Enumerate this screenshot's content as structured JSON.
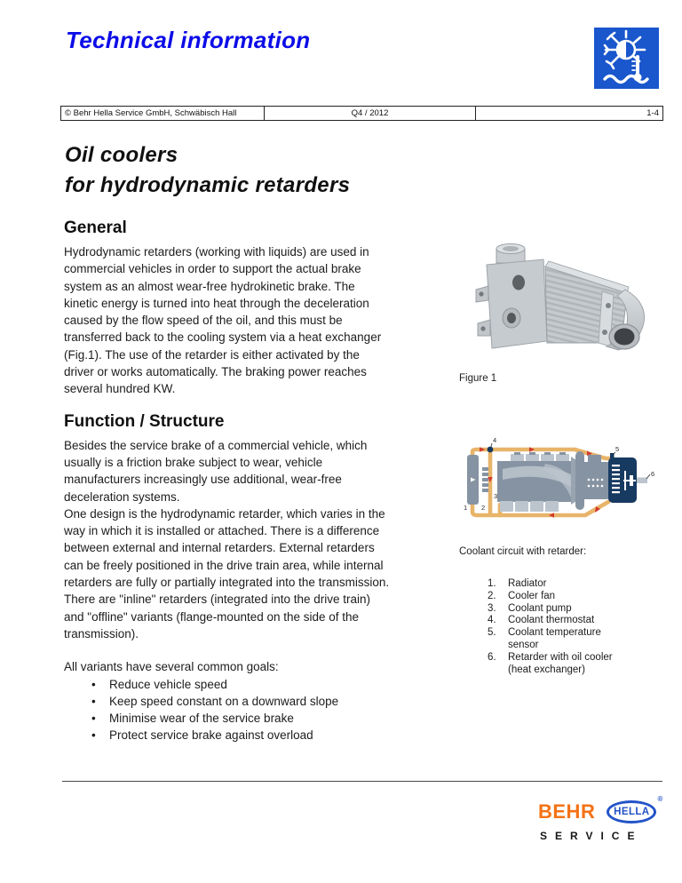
{
  "header": {
    "title": "Technical information",
    "logo_icon": "snowflake-sun-thermometer-icon"
  },
  "info_bar": {
    "copyright": "© Behr Hella Service GmbH, Schwäbisch Hall",
    "issue": "Q4 / 2012",
    "page": "1-4"
  },
  "doc": {
    "title_line1": "Oil coolers",
    "title_line2": "for hydrodynamic retarders"
  },
  "sections": {
    "general": {
      "heading": "General",
      "body": "Hydrodynamic retarders (working with liquids) are used in\ncommercial vehicles in order to support the actual brake\nsystem as an almost wear-free hydrokinetic brake. The\nkinetic energy is turned into heat through the deceleration\ncaused by the flow speed of the oil, and this must be\ntransferred back to the cooling system via a heat exchanger\n(Fig.1). The use of the retarder is either activated by the\ndriver or works automatically. The braking power reaches\nseveral hundred KW."
    },
    "function": {
      "heading": "Function / Structure",
      "body": "Besides the service brake of a commercial vehicle, which\nusually is a friction brake subject to wear, vehicle\nmanufacturers increasingly use additional, wear-free\ndeceleration systems.\nOne design is the hydrodynamic retarder, which varies in the\nway in which it is installed or attached. There is a difference\nbetween external and internal retarders. External retarders\ncan be freely positioned in the drive train area, while internal\nretarders are fully or partially integrated into the transmission.\nThere are \"inline\" retarders (integrated into the drive train)\nand \"offline\" variants (flange-mounted on the side of the\ntransmission).",
      "goals_intro": "All variants have several common goals:",
      "bullet_char": "•",
      "goals": [
        "Reduce vehicle speed",
        "Keep speed constant on a downward slope",
        "Minimise wear of the service brake",
        "Protect service brake against overload"
      ]
    }
  },
  "figure1": {
    "caption": "Figure 1"
  },
  "coolant_circuit": {
    "caption": "Coolant circuit with retarder:",
    "items": [
      {
        "num": "1.",
        "text": "Radiator"
      },
      {
        "num": "2.",
        "text": "Cooler fan"
      },
      {
        "num": "3.",
        "text": "Coolant pump"
      },
      {
        "num": "4.",
        "text": "Coolant thermostat"
      },
      {
        "num": "5.",
        "text": "Coolant temperature\nsensor"
      },
      {
        "num": "6.",
        "text": "Retarder with oil cooler\n(heat exchanger)"
      }
    ],
    "diagram_labels": {
      "l1": "1",
      "l2": "2",
      "l3": "3",
      "l4": "4",
      "l5": "5",
      "l6": "6"
    }
  },
  "footer": {
    "brand_behr": "BEHR",
    "brand_hella": "HELLA",
    "registered": "®",
    "brand_service": "SERVICE"
  },
  "colors": {
    "title_blue": "#0D0DE8",
    "logo_blue": "#1A56CC",
    "behr_orange": "#F47216",
    "hella_blue": "#2353C8",
    "diagram_navy": "#173A61",
    "diagram_gray": "#8693A2",
    "diagram_light": "#BCC5CE",
    "pipe_orange": "#E8B469",
    "arrow_red": "#D23B2F"
  }
}
